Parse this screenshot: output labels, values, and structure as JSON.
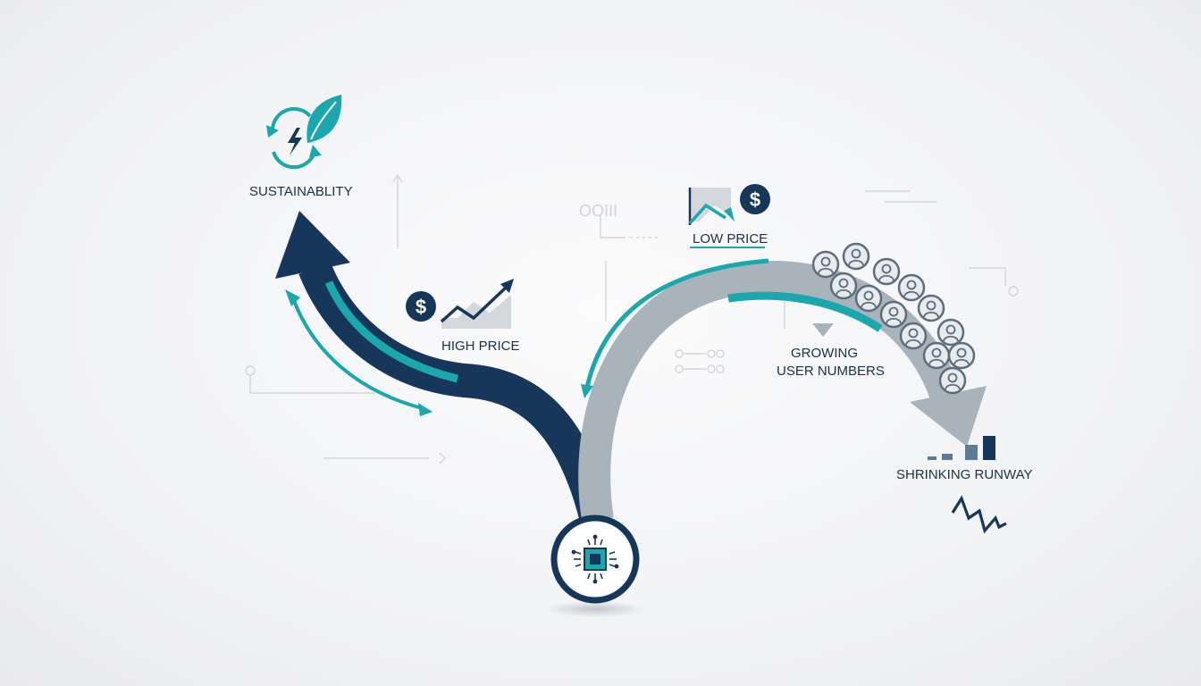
{
  "labels": {
    "sustainability": "SUSTAINABLITY",
    "high_price": "HIGH PRICE",
    "low_price": "LOW PRICE",
    "growing_line1": "GROWING",
    "growing_line2": "USER NUMBERS",
    "shrinking_runway": "SHRINKING RUNWAY"
  },
  "icons": {
    "sustainability": "leaf-energy-cycle-icon",
    "high_price": "dollar-rising-chart-icon",
    "low_price": "dollar-falling-chart-icon",
    "users": "user-avatar-icon",
    "runway": "bar-chart-icon",
    "hub": "processor-chip-icon"
  },
  "colors": {
    "navy": "#16365a",
    "teal": "#1aa7ad",
    "gray": "#a9b3bb",
    "text": "#1b2f47"
  }
}
